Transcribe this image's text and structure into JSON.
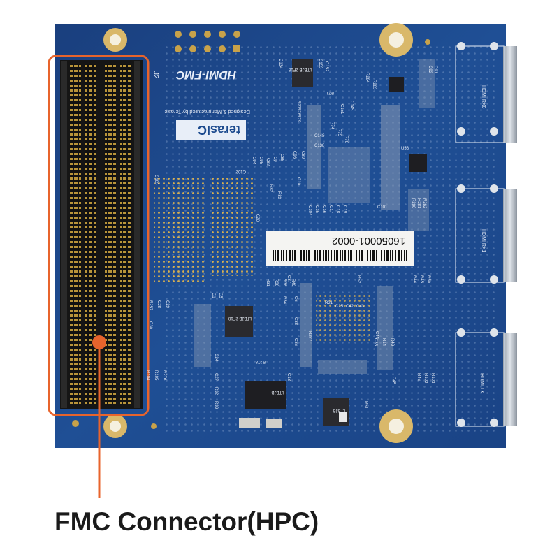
{
  "board": {
    "name": "HDMI-FMC",
    "designer_text": "Designed & Manufactured by Terasic",
    "logo_text": "terasIC",
    "connector_ref": "J2",
    "serial_number": "16050001-0002",
    "ports": [
      {
        "label": "HDMI RX0"
      },
      {
        "label": "HDMI RX1"
      },
      {
        "label": "HDMI TX"
      }
    ],
    "chip_markings": [
      "LTBJB 2F18",
      "LTBJB 2F18",
      "LTBJB",
      "LTBJB"
    ],
    "component_refs": [
      "C134",
      "C153",
      "C152",
      "C151",
      "R71",
      "R77",
      "R78",
      "R79",
      "C148",
      "C138",
      "R74",
      "R75",
      "R76",
      "C145",
      "R284",
      "R283",
      "R282",
      "R281",
      "R280",
      "C91",
      "C92",
      "C95",
      "C94",
      "C96",
      "C89",
      "C88",
      "C9",
      "C82",
      "R82",
      "R83",
      "U56",
      "C10",
      "C101",
      "C102",
      "C103",
      "C104",
      "C15",
      "C16",
      "C17",
      "C18",
      "C19",
      "C20",
      "R257",
      "C28",
      "C29",
      "C30",
      "R31",
      "R36",
      "R38",
      "R40",
      "C1",
      "C5",
      "C6",
      "C38",
      "C36",
      "C37",
      "C24",
      "C27",
      "R32",
      "R33",
      "R34",
      "C13",
      "R21",
      "C25",
      "C42",
      "C43",
      "C44",
      "C45",
      "R46",
      "R102",
      "R103",
      "R104",
      "R105",
      "R276",
      "R277",
      "R278",
      "C35",
      "R14",
      "R43",
      "R44",
      "R45",
      "R50",
      "R51",
      "R52",
      "C100"
    ],
    "pcb_color": "#1c4a8e",
    "highlight_color": "#e8642c"
  },
  "caption": {
    "text": "FMC Connector(HPC)",
    "color": "#1a1a1a"
  }
}
